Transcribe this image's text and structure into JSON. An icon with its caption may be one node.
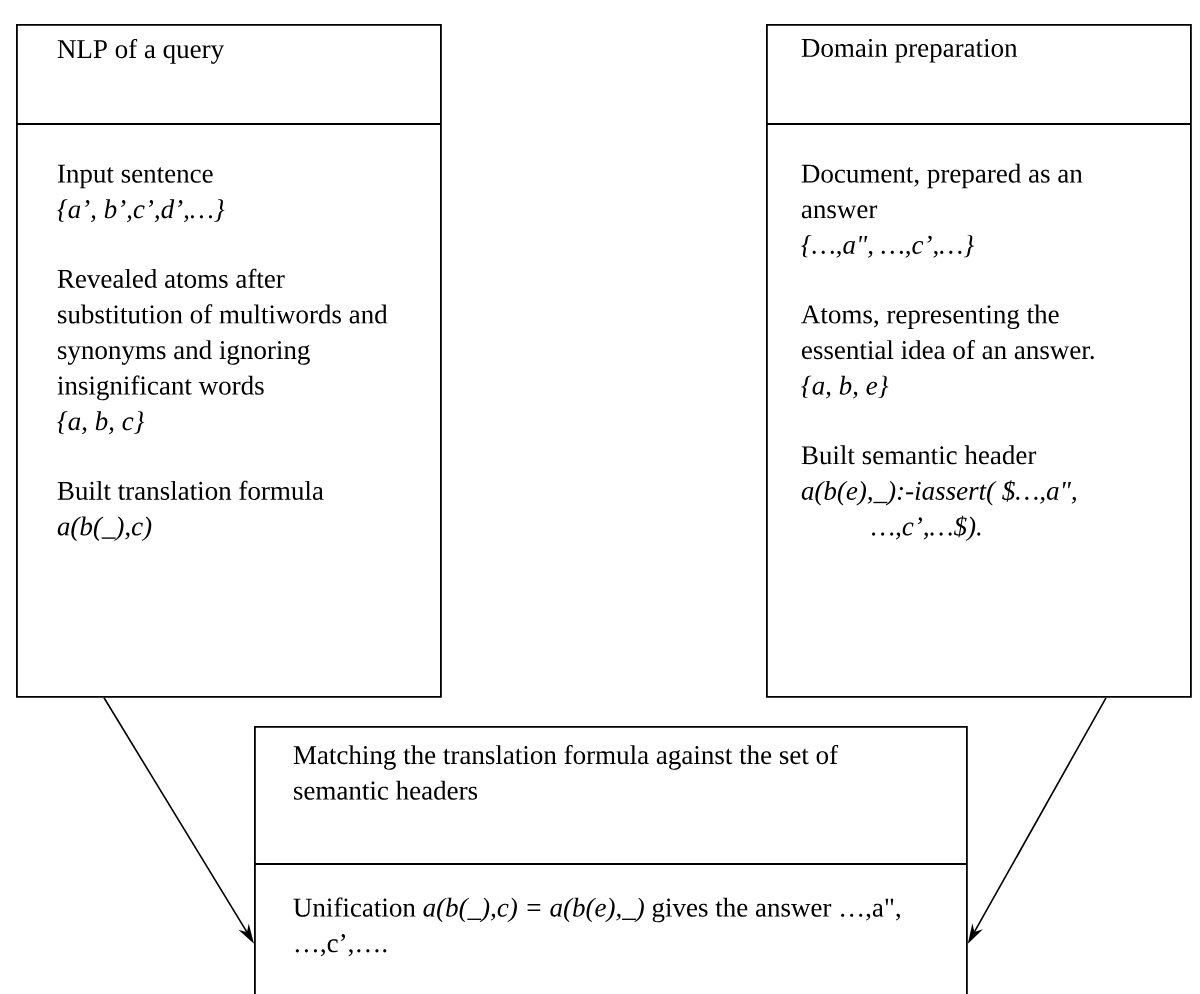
{
  "diagram": {
    "nodes": [
      {
        "text": [
          "NLP of a query",
          "Input sentence",
          "{a’, b’,c’,d’,…}",
          "Revealed atoms after substitution of multiwords and synonyms and ignoring insignificant words",
          "{a, b, c}",
          "Built translation formula",
          "a(b(_),c)"
        ]
      },
      {
        "text": [
          "Domain preparation",
          "Document, prepared as an answer",
          "{…,a\", …,c’,…}",
          "Atoms, representing the essential idea of an answer.",
          "{a, b, e}",
          "Built semantic header",
          "a(b(e),_):-iassert( $…,a\", …,c’,…$)."
        ]
      },
      {
        "text": [
          "Matching the translation formula against the set of semantic headers",
          "Unification *a(b(_),c) = a(b(e),_)* gives the answer …,a\", …,c’,…."
        ]
      }
    ],
    "edges": [
      {
        "from": 0,
        "to": 2,
        "arrow": "to"
      },
      {
        "from": 1,
        "to": 2,
        "arrow": "to"
      }
    ]
  }
}
